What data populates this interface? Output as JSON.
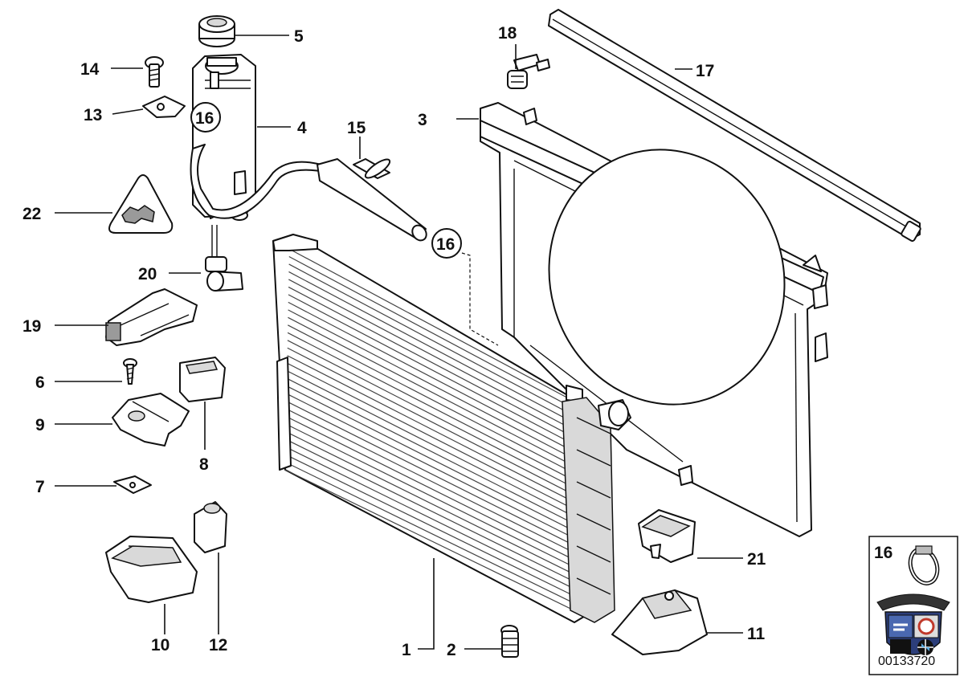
{
  "callouts": {
    "c1": "1",
    "c2": "2",
    "c3": "3",
    "c4": "4",
    "c5": "5",
    "c6": "6",
    "c7": "7",
    "c8": "8",
    "c9": "9",
    "c10": "10",
    "c11": "11",
    "c12": "12",
    "c13": "13",
    "c14": "14",
    "c15": "15",
    "c16a": "16",
    "c16b": "16",
    "c16c": "16",
    "c17": "17",
    "c18": "18",
    "c19": "19",
    "c20": "20",
    "c21": "21",
    "c22": "22"
  },
  "inset": {
    "code": "00133720"
  },
  "parts_icons": {
    "radiator": "radiator-core",
    "fan_shroud": "fan-shroud",
    "expansion_tank": "expansion-tank",
    "hose_clamp": "hose-clamp-icon",
    "warning_label": "warning-triangle-icon"
  },
  "colors": {
    "line": "#111111",
    "shade": "#d9d9d9",
    "background": "#ffffff"
  }
}
